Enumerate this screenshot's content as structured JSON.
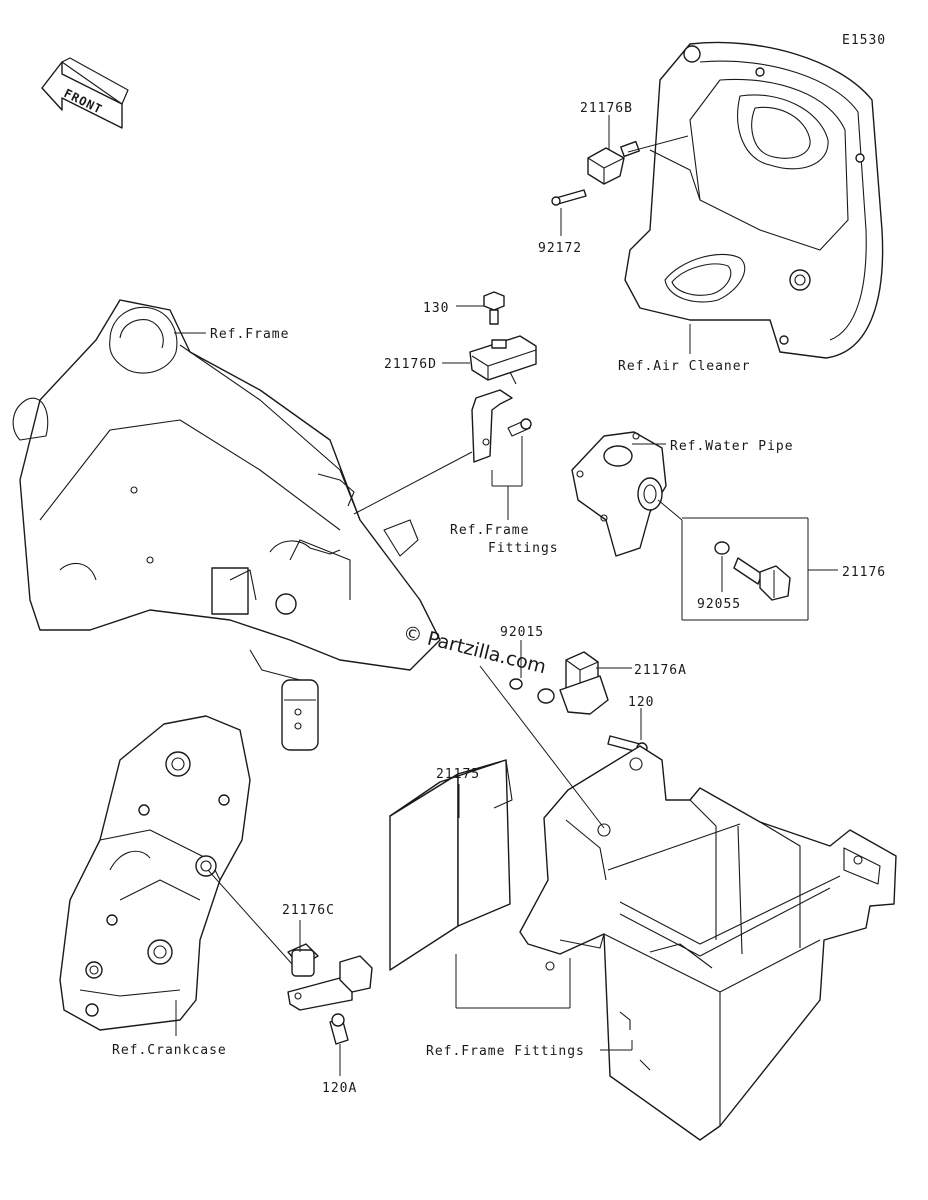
{
  "diagram_code": "E1530",
  "front_label": "FRONT",
  "watermark": "© Partzilla.com",
  "part_labels": {
    "p21176B": "21176B",
    "p92172": "92172",
    "p130": "130",
    "p21176D": "21176D",
    "p21176": "21176",
    "p92055": "92055",
    "p92015": "92015",
    "p21176A": "21176A",
    "p120": "120",
    "p21175": "21175",
    "p21176C": "21176C",
    "p120A": "120A"
  },
  "ref_labels": {
    "frame": "Ref.Frame",
    "air_cleaner": "Ref.Air Cleaner",
    "frame_fittings_1": "Ref.Frame",
    "frame_fittings_2": "Fittings",
    "water_pipe": "Ref.Water Pipe",
    "crankcase": "Ref.Crankcase",
    "frame_fittings_lower": "Ref.Frame Fittings"
  }
}
